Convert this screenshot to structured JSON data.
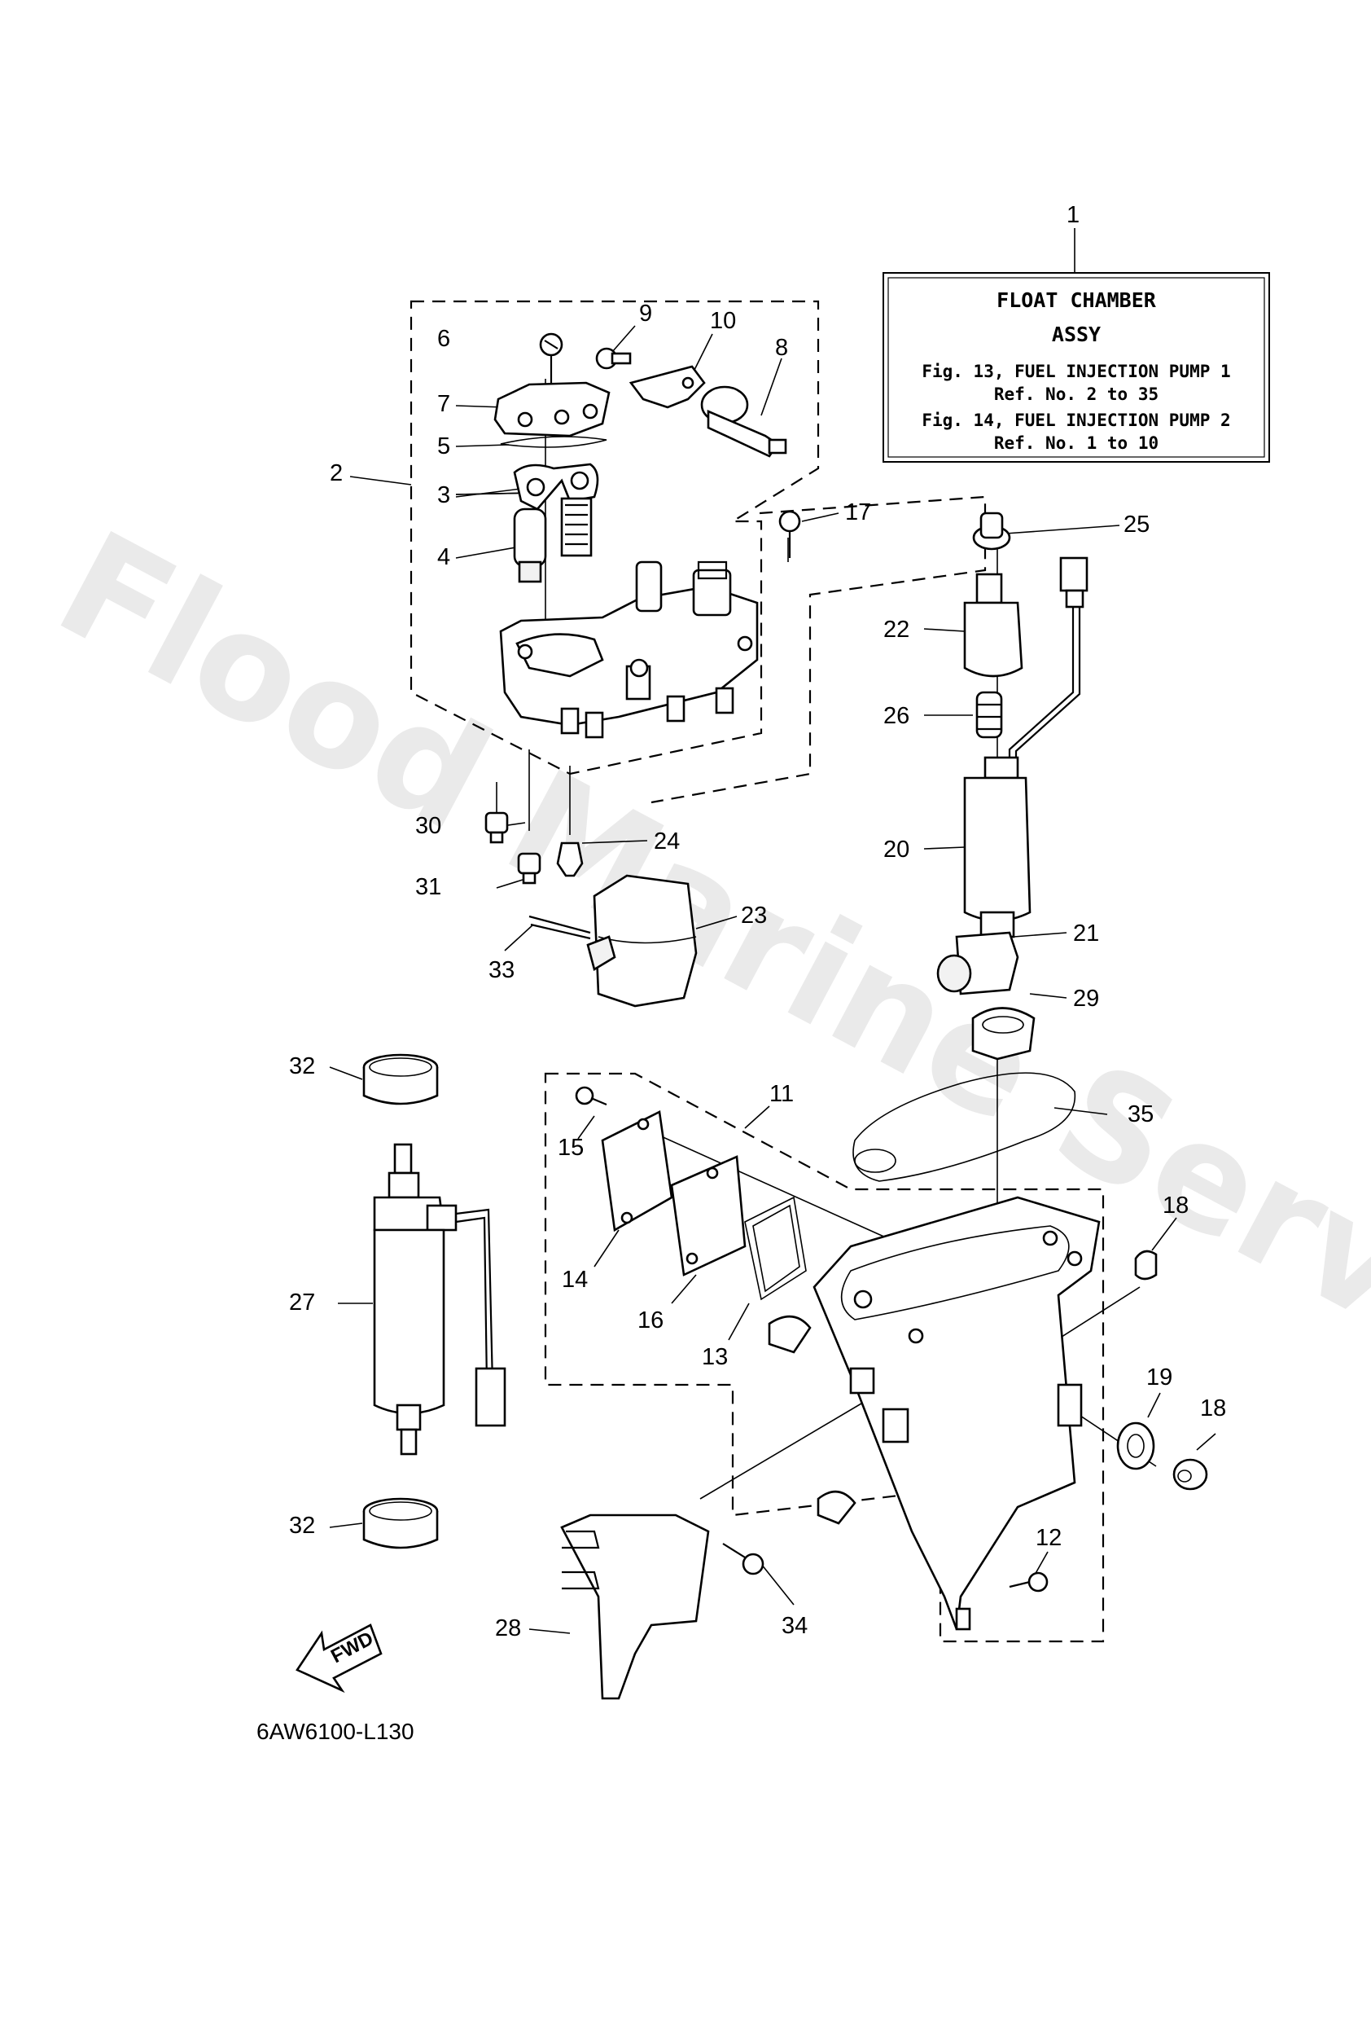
{
  "watermark": "Flood Marine Services",
  "info_box": {
    "title": "FLOAT CHAMBER",
    "subtitle": "ASSY",
    "lines": [
      "Fig. 13, FUEL INJECTION PUMP 1",
      "Ref. No. 2 to 35",
      "Fig. 14, FUEL INJECTION PUMP 2",
      "Ref. No. 1 to 10"
    ]
  },
  "callouts": {
    "n1": "1",
    "n2": "2",
    "n3": "3",
    "n4": "4",
    "n5": "5",
    "n6": "6",
    "n7": "7",
    "n8": "8",
    "n9": "9",
    "n10": "10",
    "n11": "11",
    "n12": "12",
    "n13": "13",
    "n14": "14",
    "n15": "15",
    "n16": "16",
    "n17": "17",
    "n18a": "18",
    "n18b": "18",
    "n19": "19",
    "n20": "20",
    "n21": "21",
    "n22": "22",
    "n23": "23",
    "n24": "24",
    "n25": "25",
    "n26": "26",
    "n27": "27",
    "n28": "28",
    "n29": "29",
    "n30": "30",
    "n31": "31",
    "n32a": "32",
    "n32b": "32",
    "n33": "33",
    "n34": "34",
    "n35": "35"
  },
  "fwd_arrow_label": "FWD",
  "drawing_code": "6AW6100-L130"
}
